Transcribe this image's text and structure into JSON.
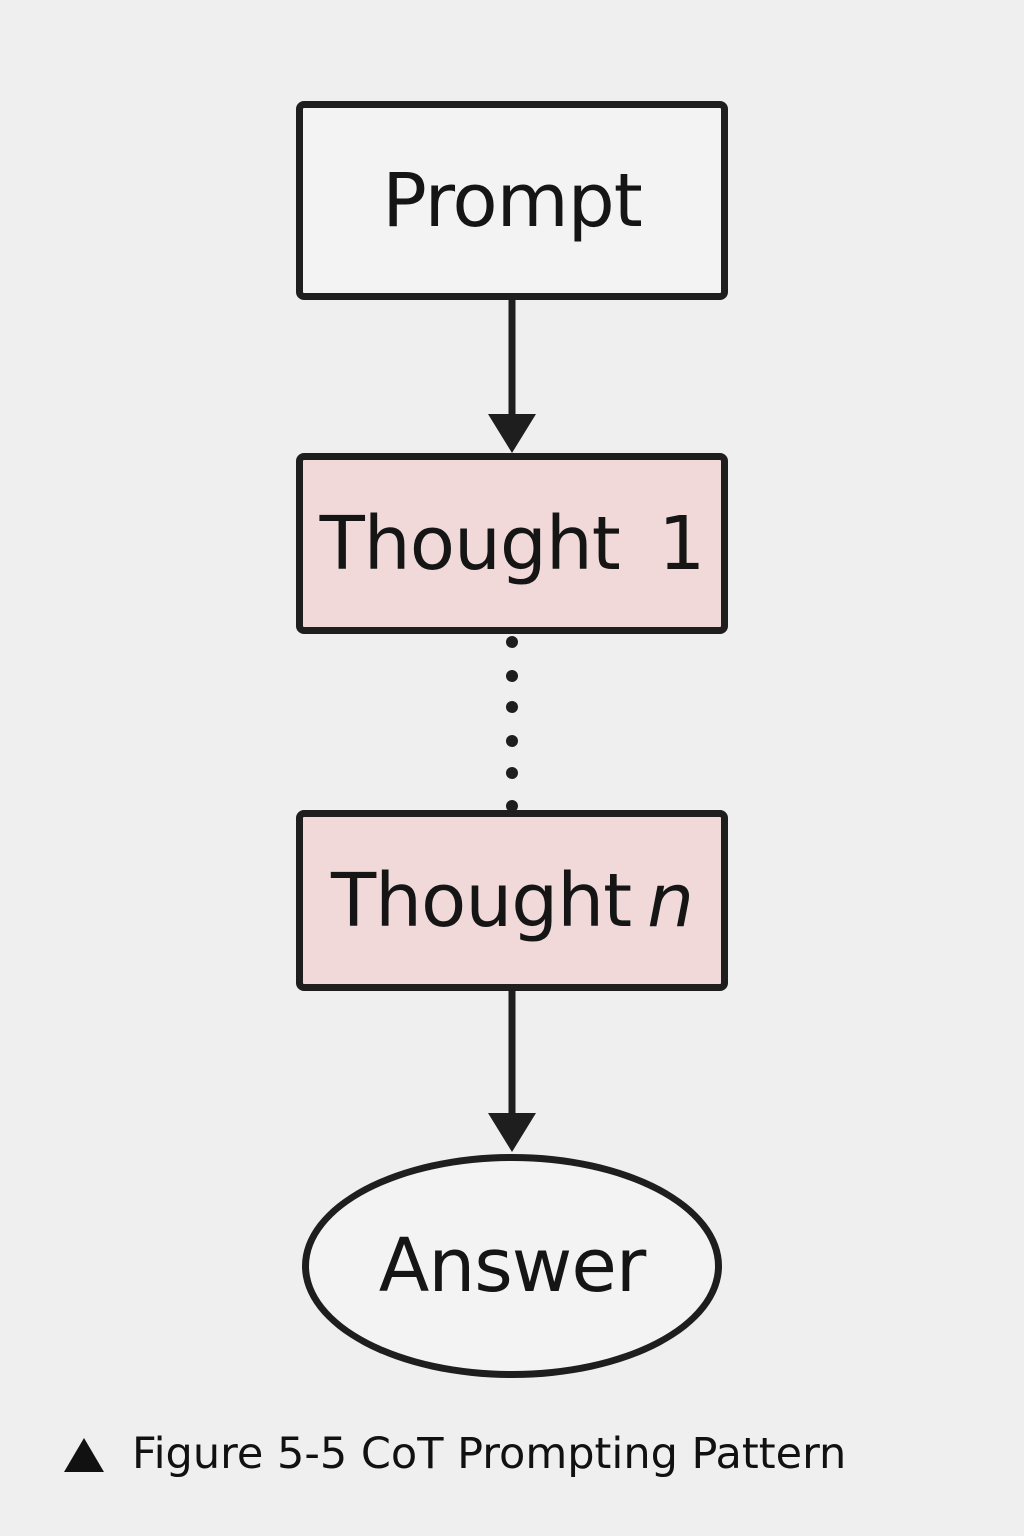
{
  "diagram": {
    "nodes": {
      "prompt": "Prompt",
      "thought_first_prefix": "Thought",
      "thought_first_index": "1",
      "thought_last_prefix": "Thought",
      "thought_last_index": "n",
      "answer": "Answer"
    },
    "caption": "Figure 5-5 CoT Prompting Pattern",
    "icon": "triangle-up-icon",
    "colors": {
      "stroke": "#1e1e1e",
      "thought_fill": "#f1d9da",
      "background": "#efefef"
    }
  }
}
